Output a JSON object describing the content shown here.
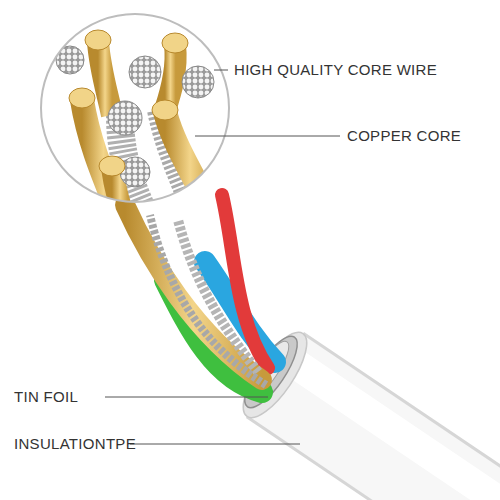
{
  "diagram": {
    "labels": [
      "HIGH QUALITY CORE WIRE",
      "COPPER CORE",
      "TIN FOIL",
      "INSULATIONTPE"
    ]
  }
}
